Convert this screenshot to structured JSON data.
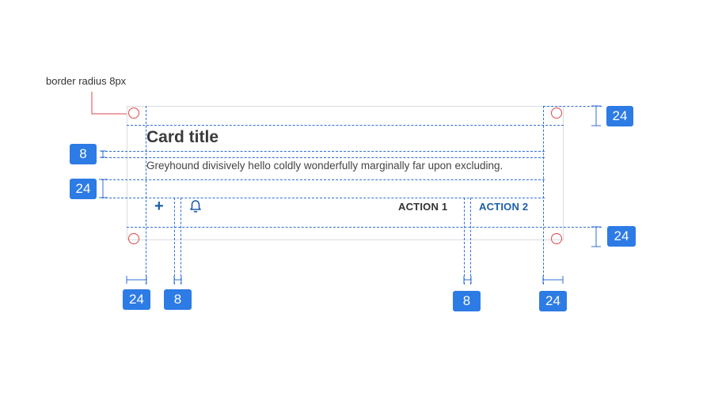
{
  "annotation": {
    "label": "border radius 8px"
  },
  "card": {
    "title": "Card title",
    "body": "Greyhound divisively hello coldly wonderfully marginally far upon excluding.",
    "actions": [
      {
        "label": "ACTION 1",
        "color": "#333333"
      },
      {
        "label": "ACTION 2",
        "color": "#1b5fa8"
      }
    ],
    "icons": [
      "plus-icon",
      "bell-icon"
    ]
  },
  "measurements": {
    "top_padding": "24",
    "title_gap": "8",
    "actions_gap": "24",
    "bottom_padding": "24",
    "left_padding": "24",
    "icon_gap": "8",
    "action_gap": "8",
    "right_padding": "24"
  },
  "colors": {
    "guide": "#2f6fd6",
    "badge": "#2d7be5",
    "radius_marker": "#e0474c",
    "card_border": "#d9dce0"
  }
}
